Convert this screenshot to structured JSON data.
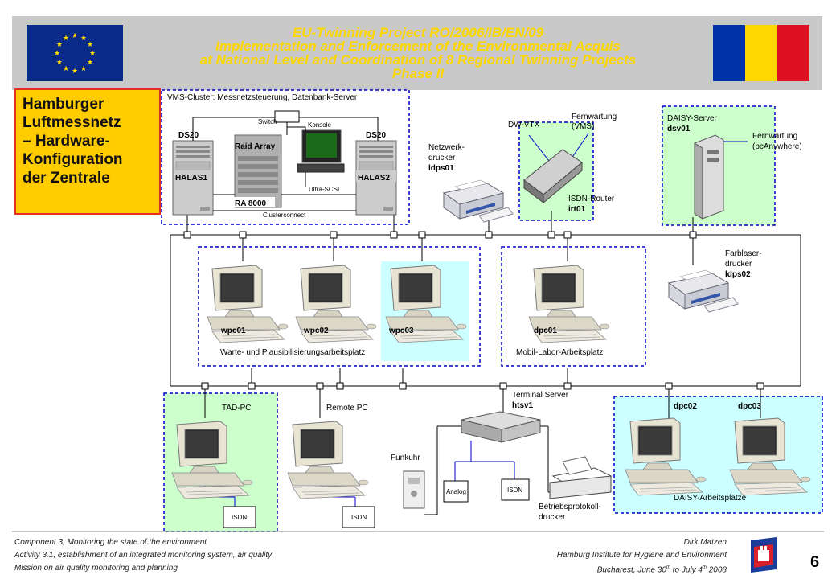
{
  "header": {
    "title_lines": [
      "EU-Twinning Project RO/2006/IB/EN/09",
      "Implementation and Enforcement of the Environmental Acquis",
      "at National Level and Coordination of 8 Regional Twinning Projects",
      "Phase II"
    ],
    "title_color": "#ffd700",
    "eu_flag_icon": "eu-flag",
    "ro_flag_icon": "romania-flag"
  },
  "callout": {
    "lines": [
      "Hamburger",
      "Luftmessnetz",
      "– Hardware-",
      "Konfiguration",
      "der Zentrale"
    ]
  },
  "vms_cluster": {
    "title": "VMS-Cluster: Messnetzsteuerung, Datenbank-Server",
    "switch": "Switch",
    "konsole": "Konsole",
    "raid": "Raid Array",
    "ra": "RA 8000",
    "ultra_scsi": "Ultra-SCSI",
    "clusterconnect": "Clusterconnect",
    "ds20_left": "DS20",
    "ds20_right": "DS20",
    "halas1": "HALAS1",
    "halas2": "HALAS2"
  },
  "printer1": {
    "line1": "Netzwerk-",
    "line2": "drucker",
    "id": "ldps01"
  },
  "router": {
    "dwvtx": "DW-VTX",
    "fern1": "Fernwartung",
    "fern2": "(VMS)",
    "name": "ISDN-Router",
    "id": "irt01"
  },
  "daisy_server": {
    "title": "DAISY-Server",
    "id": "dsv01",
    "fern1": "Fernwartung",
    "fern2": "(pcAnywhere)"
  },
  "color_printer": {
    "line1": "Farblaser-",
    "line2": "drucker",
    "id": "ldps02"
  },
  "warte": {
    "label": "Warte- und Plausibilisierungsarbeitsplatz",
    "pcs": [
      "wpc01",
      "wpc02",
      "wpc03"
    ]
  },
  "mobil": {
    "label": "Mobil-Labor-Arbeitsplatz",
    "pc": "dpc01"
  },
  "tad": {
    "label": "TAD-PC",
    "isdn": "ISDN"
  },
  "remote": {
    "label": "Remote PC",
    "isdn": "ISDN"
  },
  "terminal": {
    "line1": "Terminal Server",
    "id": "htsv1",
    "funkuhr": "Funkuhr",
    "analog": "Analog",
    "isdn": "ISDN",
    "proto1": "Betriebsprotokoll-",
    "proto2": "drucker"
  },
  "daisy_ws": {
    "label": "DAISY-Arbeitsplätze",
    "pcs": [
      "dpc02",
      "dpc03"
    ]
  },
  "footer": {
    "left": [
      "Component 3, Monitoring the state of the environment",
      "Activity 3.1, establishment of an integrated monitoring system, air quality",
      "Mission on air quality monitoring and planning"
    ],
    "right1": "Dirk Matzen",
    "right2": "Hamburg Institute for Hygiene and Environment",
    "right3_prefix": "Bucharest, June 30",
    "right3_sup1": "th",
    "right3_mid": " to July 4",
    "right3_sup2": "th",
    "right3_suffix": " 2008",
    "page": "6"
  },
  "colors": {
    "accent_green": "#ccffcc",
    "accent_cyan": "#ccffff",
    "dash_blue": "#0000cc",
    "callout_bg": "#ffcc00",
    "callout_border": "#e03020"
  }
}
